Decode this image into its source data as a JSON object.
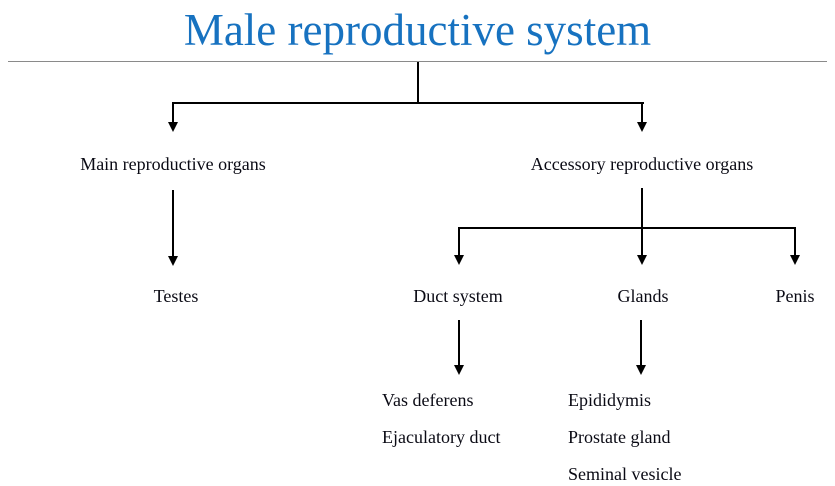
{
  "title": {
    "text": "Male reproductive system",
    "color": "#1772C0"
  },
  "diagram": {
    "type": "tree",
    "root_label": "Male reproductive system",
    "level1": [
      {
        "label": "Main reproductive organs"
      },
      {
        "label": "Accessory reproductive organs"
      }
    ],
    "level2": [
      {
        "label": "Testes"
      },
      {
        "label": "Duct system"
      },
      {
        "label": "Glands"
      },
      {
        "label": "Penis"
      }
    ],
    "level3": {
      "duct_system": [
        "Vas deferens",
        "Ejaculatory duct"
      ],
      "glands": [
        "Epididymis",
        "Prostate gland",
        "Seminal vesicle"
      ]
    },
    "nodes": {
      "main_reproductive_organs": "Main reproductive organs",
      "accessory_reproductive_organs": "Accessory reproductive organs",
      "testes": "Testes",
      "duct_system": "Duct system",
      "glands": "Glands",
      "penis": "Penis",
      "vas_deferens": "Vas deferens",
      "ejaculatory_duct": "Ejaculatory duct",
      "epididymis": "Epididymis",
      "prostate_gland": "Prostate gland",
      "seminal_vesicle": "Seminal vesicle"
    },
    "line_color": "#000000",
    "rule_color": "#8a8a8a"
  }
}
